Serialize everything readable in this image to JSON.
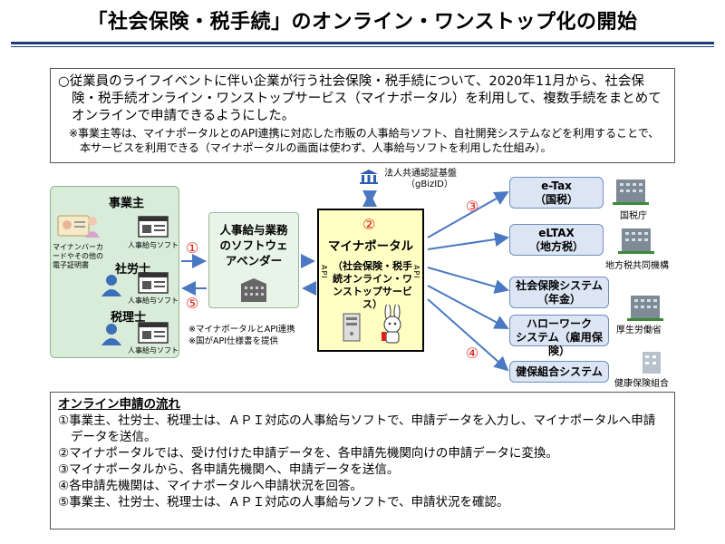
{
  "title": "「社会保険・税手続」のオンライン・ワンストップ化の開始",
  "intro": {
    "main": "○従業員のライフイベントに伴い企業が行う社会保険・税手続について、2020年11月から、社会保険・税手続オンライン・ワンストップサービス（マイナポータル）を利用して、複数手続をまとめてオンラインで申請できるようにした。",
    "note": "※事業主等は、マイナポータルとのAPI連携に対応した市販の人事給与ソフト、自社開発システムなどを利用することで、本サービスを利用できる（マイナポータルの画面は使わず、人事給与ソフトを利用した仕組み）。"
  },
  "applicants": {
    "employer": "事業主",
    "card_label": "マイナンバーカードやその他の電子証明書",
    "sharoushi": "社労士",
    "zeirishi": "税理士",
    "software": "人事給与ソフト"
  },
  "vendor": {
    "label": "人事給与業務のソフトウェアベンダー",
    "note1": "※マイナポータルとAPI連携",
    "note2": "※国がAPI仕様書を提供"
  },
  "gbizid": {
    "line1": "法人共通認証基盤",
    "line2": "（gBizID）"
  },
  "portal": {
    "num": "②",
    "name": "マイナポータル",
    "sub": "（社会保険・税手続オンライン・ワンストップサービス）",
    "api": "API"
  },
  "steps_marks": {
    "s1": "①",
    "s3": "③",
    "s4": "④",
    "s5": "⑤"
  },
  "destinations": [
    {
      "name": "e-Tax",
      "sub": "（国税）",
      "agency": "国税庁"
    },
    {
      "name": "eLTAX",
      "sub": "（地方税）",
      "agency": "地方税共同機構"
    },
    {
      "name": "社会保険システム",
      "sub": "（年金）",
      "agency": "厚生労働省"
    },
    {
      "name": "ハローワーク",
      "sub": "システム（雇用保険）",
      "agency": ""
    },
    {
      "name": "健保組合システム",
      "sub": "",
      "agency": "健康保険組合"
    }
  ],
  "flow": {
    "heading": "オンライン申請の流れ",
    "steps": [
      "①事業主、社労士、税理士は、ＡＰＩ対応の人事給与ソフトで、申請データを入力し、マイナポータルへ申請データを送信。",
      "②マイナポータルでは、受け付けた申請データを、各申請先機関向けの申請データに変換。",
      "③マイナポータルから、各申請先機関へ、申請データを送信。",
      "④各申請先機関は、マイナポータルへ申請状況を回答。",
      "⑤事業主、社労士、税理士は、ＡＰＩ対応の人事給与ソフトで、申請状況を確認。"
    ]
  },
  "colors": {
    "rule": "#1f3f7a",
    "mark_red": "#e0201a",
    "arrow_blue": "#4a78c2",
    "portal_fill": "#ffffc4"
  }
}
